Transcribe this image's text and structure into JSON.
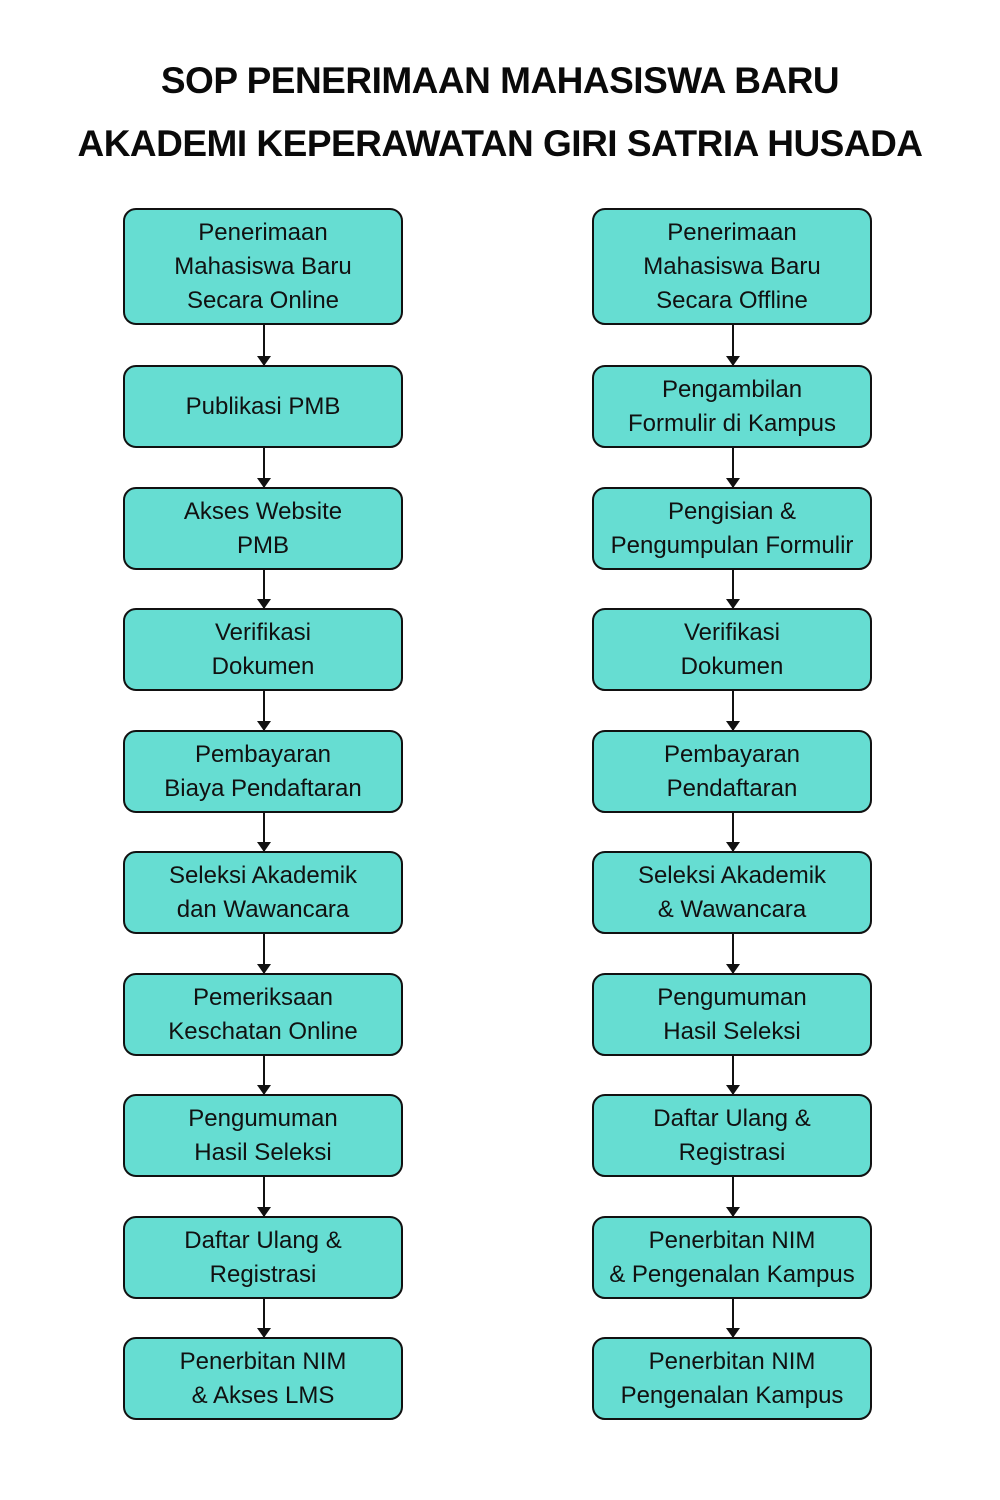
{
  "title": {
    "line1": "SOP PENERIMAAN MAHASISWA BARU",
    "line2": "AKADEMI KEPERAWATAN GIRI SATRIA HUSADA"
  },
  "colors": {
    "box_fill": "#66ddd2",
    "box_border": "#111111",
    "arrow": "#111111"
  },
  "online_flow": {
    "steps": [
      "Penerimaan\nMahasiswa Baru\nSecara Online",
      "Publikasi PMB",
      "Akses Website\nPMB",
      "Verifikasi\nDokumen",
      "Pembayaran\nBiaya Pendaftaran",
      "Seleksi Akademik\ndan Wawancara",
      "Pemeriksaan\nKeschatan Online",
      "Pengumuman\nHasil Seleksi",
      "Daftar Ulang &\nRegistrasi",
      "Penerbitan NIM\n& Akses LMS"
    ]
  },
  "offline_flow": {
    "steps": [
      "Penerimaan\nMahasiswa Baru\nSecara Offline",
      "Pengambilan\nFormulir di Kampus",
      "Pengisian &\nPengumpulan Formulir",
      "Verifikasi\nDokumen",
      "Pembayaran\nPendaftaran",
      "Seleksi Akademik\n& Wawancara",
      "Pengumuman\nHasil Seleksi",
      "Daftar Ulang &\nRegistrasi",
      "Penerbitan NIM\n& Pengenalan Kampus",
      "Penerbitan NIM\nPengenalan Kampus"
    ]
  }
}
